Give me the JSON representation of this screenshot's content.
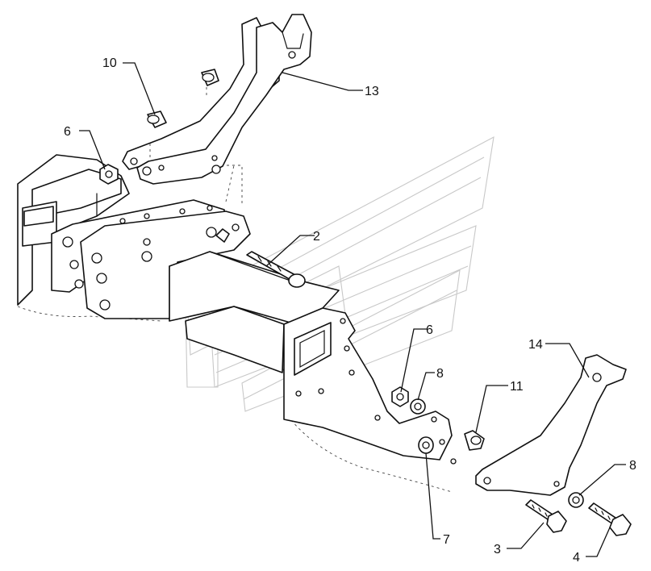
{
  "callouts": [
    {
      "id": "c10",
      "label": "10"
    },
    {
      "id": "c13",
      "label": "13"
    },
    {
      "id": "c6a",
      "label": "6"
    },
    {
      "id": "c2",
      "label": "2"
    },
    {
      "id": "c6b",
      "label": "6"
    },
    {
      "id": "c8a",
      "label": "8"
    },
    {
      "id": "c11",
      "label": "11"
    },
    {
      "id": "c14",
      "label": "14"
    },
    {
      "id": "c8b",
      "label": "8"
    },
    {
      "id": "c7",
      "label": "7"
    },
    {
      "id": "c3",
      "label": "3"
    },
    {
      "id": "c4",
      "label": "4"
    }
  ],
  "colors": {
    "line": "#111111",
    "watermark": "#c8c8c8",
    "background": "#ffffff"
  }
}
